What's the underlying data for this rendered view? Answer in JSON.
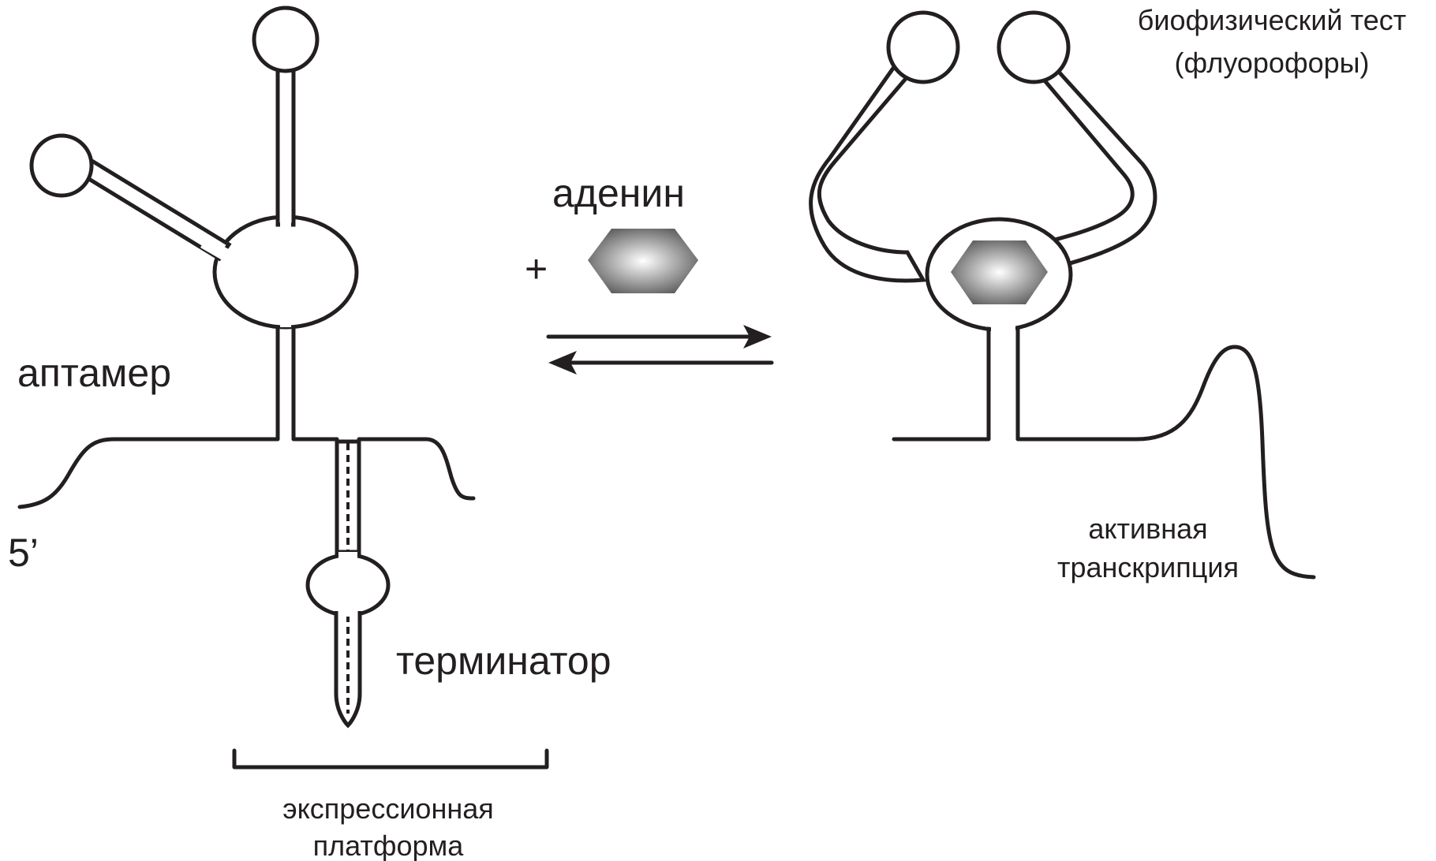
{
  "labels": {
    "aptamer": "аптамер",
    "five_prime": "5’",
    "terminator": "терминатор",
    "expression_platform_line1": "экспрессионная",
    "expression_platform_line2": "платформа",
    "adenine": "аденин",
    "plus": "+",
    "biophysical_test_line1": "биофизический тест",
    "biophysical_test_line2": "(флуорофоры)",
    "active_transcription_line1": "активная",
    "active_transcription_line2": "транскрипция"
  },
  "colors": {
    "line": "#231f20",
    "ligand_center": "#ffffff",
    "ligand_edge": "#555555"
  }
}
